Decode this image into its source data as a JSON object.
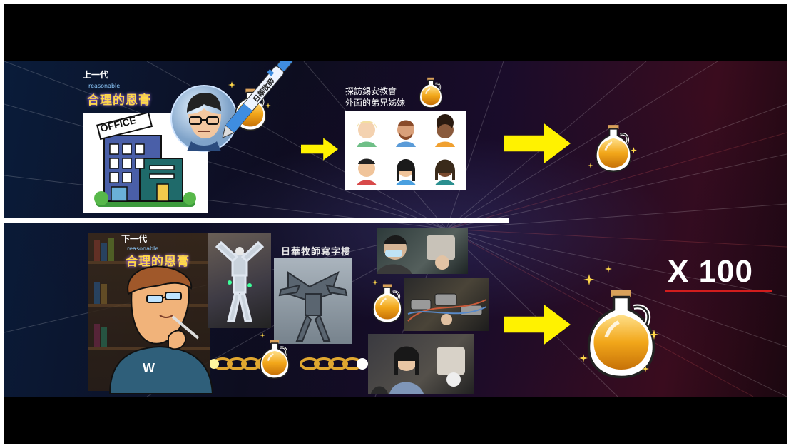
{
  "top_section": {
    "label_generation": "上一代",
    "label_reasonable": "reasonable",
    "label_title": "合理的恩膏",
    "office_sign": "OFFICE",
    "pen_text": "日華牧師",
    "visit_caption_line1": "探訪錫安教會",
    "visit_caption_line2": "外面的弟兄姊妹"
  },
  "bottom_section": {
    "label_generation": "下一代",
    "label_reasonable": "reasonable",
    "label_title": "合理的恩膏",
    "office_caption": "日華牧師寫字樓",
    "shirt_letter": "W",
    "multiplier": "X 100"
  },
  "colors": {
    "arrow": "#fff200",
    "oil": "#f2a71a",
    "title_yellow": "#ffd84a",
    "underline": "#d21d1d"
  }
}
